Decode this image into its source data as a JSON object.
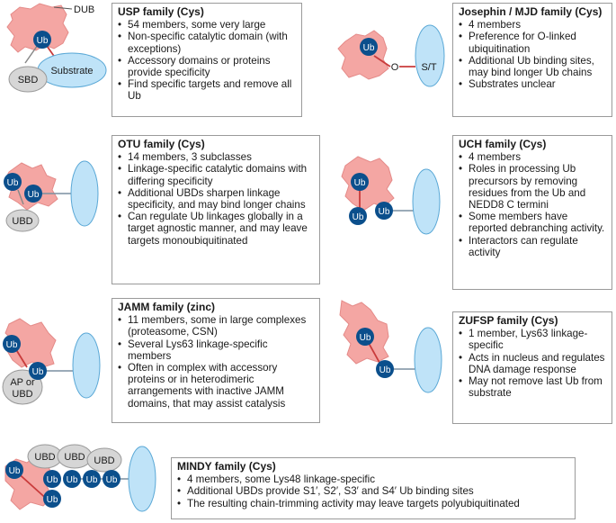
{
  "colors": {
    "dub_enzyme": "#f4a6a3",
    "ubiquitin": "#0b4f8c",
    "substrate": "#bfe3f8",
    "accessory_domain": "#d6d6d6",
    "linkage": "#c93b3b"
  },
  "labels": {
    "dub": "DUB",
    "ub": "Ub",
    "sbd": "SBD",
    "substrate": "Substrate",
    "ubd": "UBD",
    "o_link": "O",
    "s_t": "S/T",
    "ap_line1": "AP or",
    "ap_line2": "UBD"
  },
  "families": {
    "usp": {
      "title": "USP family (Cys)",
      "bullets": [
        "54 members, some very large",
        "Non-specific catalytic domain (with exceptions)",
        "Accessory domains or proteins provide specificity",
        "Find specific targets and remove all Ub"
      ]
    },
    "josephin": {
      "title": "Josephin / MJD family (Cys)",
      "bullets": [
        "4 members",
        "Preference for O-linked ubiquitination",
        "Additional Ub binding sites, may bind longer Ub chains",
        "Substrates unclear"
      ]
    },
    "otu": {
      "title": "OTU family (Cys)",
      "bullets": [
        "14 members, 3 subclasses",
        "Linkage-specific catalytic domains with differing specificity",
        "Additional UBDs sharpen linkage specificity, and may bind longer chains",
        "Can regulate Ub linkages globally in a target agnostic manner, and may leave targets monoubiquitinated"
      ]
    },
    "uch": {
      "title": "UCH family (Cys)",
      "bullets": [
        "4 members",
        "Roles in processing Ub precursors by removing residues from the Ub and NEDD8 C termini",
        "Some members have reported debranching activity.",
        "Interactors can regulate activity"
      ]
    },
    "jamm": {
      "title": "JAMM family (zinc)",
      "bullets": [
        "11 members, some in large complexes (proteasome, CSN)",
        "Several Lys63 linkage-specific members",
        "Often in complex with accessory proteins or in heterodimeric arrangements with inactive JAMM domains, that may assist catalysis"
      ]
    },
    "zufsp": {
      "title": "ZUFSP family (Cys)",
      "bullets": [
        "1 member, Lys63 linkage-specific",
        "Acts in nucleus and regulates DNA damage response",
        "May not remove last Ub from substrate"
      ]
    },
    "mindy": {
      "title": "MINDY family (Cys)",
      "bullets": [
        "4 members, some Lys48 linkage-specific",
        "Additional UBDs provide S1′, S2′, S3′ and S4′ Ub binding sites",
        "The resulting chain-trimming activity may leave targets polyubiquitinated"
      ]
    }
  }
}
